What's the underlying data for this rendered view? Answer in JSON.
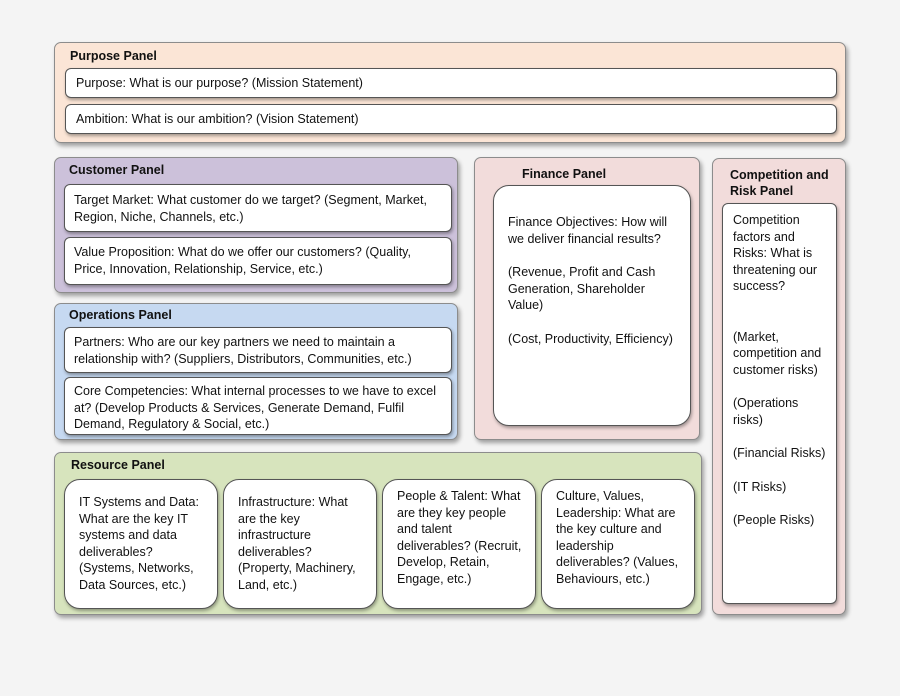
{
  "purpose_panel": {
    "title": "Purpose Panel",
    "purpose": "Purpose: What is our purpose? (Mission Statement)",
    "ambition": "Ambition: What is our ambition? (Vision Statement)"
  },
  "customer_panel": {
    "title": "Customer Panel",
    "target_market": "Target Market: What customer do we target? (Segment, Market, Region, Niche, Channels, etc.)",
    "value_proposition": "Value Proposition: What do we offer our customers? (Quality, Price, Innovation, Relationship, Service, etc.)"
  },
  "operations_panel": {
    "title": "Operations Panel",
    "partners": "Partners: Who are our key partners we need to maintain a relationship with? (Suppliers, Distributors, Communities, etc.)",
    "core_competencies": "Core Competencies: What internal processes to we have to excel at? (Develop Products & Services, Generate Demand, Fulfil Demand, Regulatory & Social, etc.)"
  },
  "finance_panel": {
    "title": "Finance Panel",
    "objectives": "Finance Objectives: How will we deliver financial results?",
    "revenue": "(Revenue, Profit and Cash Generation, Shareholder Value)",
    "cost": "(Cost, Productivity, Efficiency)"
  },
  "competition_panel": {
    "title": "Competition and Risk Panel",
    "factors": "Competition factors and Risks: What is threatening our success?",
    "market": "(Market, competition and customer risks)",
    "operations": "(Operations risks)",
    "financial": "(Financial Risks)",
    "it": "(IT Risks)",
    "people": "(People Risks)"
  },
  "resource_panel": {
    "title": "Resource Panel",
    "it_systems": "IT Systems and Data: What are the key IT systems and data deliverables? (Systems, Networks, Data Sources, etc.)",
    "infrastructure": "Infrastructure: What are the key infrastructure deliverables? (Property, Machinery, Land, etc.)",
    "people_talent": "People & Talent: What are they key people and talent deliverables? (Recruit, Develop, Retain, Engage, etc.)",
    "culture": "Culture, Values, Leadership: What are the key culture and leadership deliverables? (Values, Behaviours, etc.)"
  },
  "colors": {
    "purpose_bg": "#fbe5d6",
    "customer_bg": "#ccc1da",
    "operations_bg": "#c6d9f1",
    "finance_bg": "#f2dcdb",
    "competition_bg": "#f2dcdb",
    "resource_bg": "#d7e4bd"
  }
}
